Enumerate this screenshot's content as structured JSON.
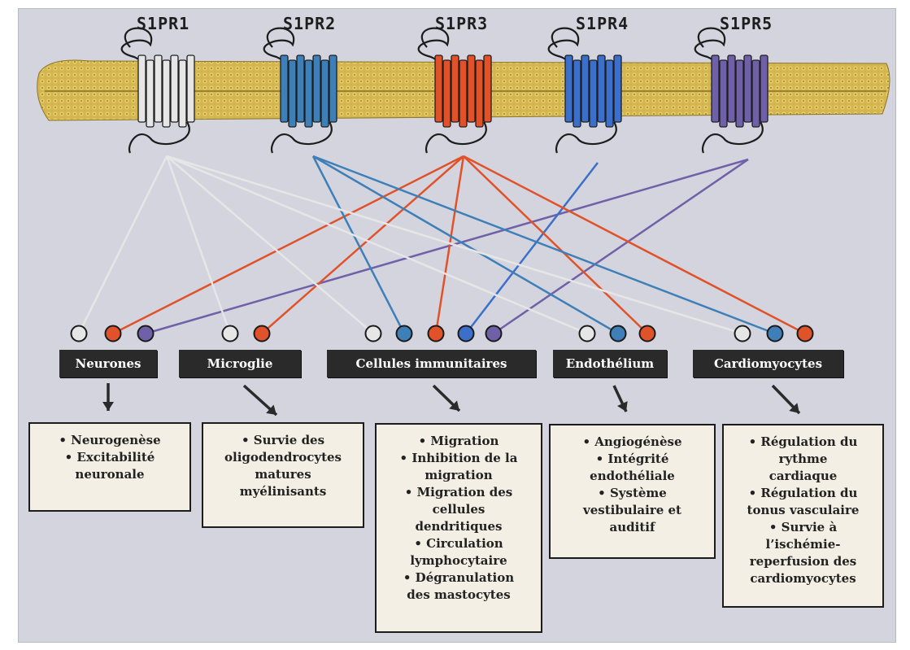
{
  "receptors": [
    {
      "id": "S1PR1",
      "label": "S1PR1",
      "color": "#e6e6e6"
    },
    {
      "id": "S1PR2",
      "label": "S1PR2",
      "color": "#3f7fb8"
    },
    {
      "id": "S1PR3",
      "label": "S1PR3",
      "color": "#e0522a"
    },
    {
      "id": "S1PR4",
      "label": "S1PR4",
      "color": "#3b6fc9"
    },
    {
      "id": "S1PR5",
      "label": "S1PR5",
      "color": "#7060a8"
    }
  ],
  "colors": {
    "background": "#d4d4de",
    "membrane": "#cdb14e",
    "label_box": "#2a2a2a",
    "effect_box": "#f4efe4"
  },
  "targets": [
    {
      "label": "Neurones",
      "receptors": [
        "S1PR1",
        "S1PR3",
        "S1PR5"
      ],
      "effects": [
        "• Neurogenèse",
        "• Excitabilité",
        "neuronale"
      ]
    },
    {
      "label": "Microglie",
      "receptors": [
        "S1PR1",
        "S1PR3"
      ],
      "effects": [
        "• Survie des",
        "oligodendrocytes",
        "matures",
        "myélinisants"
      ]
    },
    {
      "label": "Cellules immunitaires",
      "receptors": [
        "S1PR1",
        "S1PR2",
        "S1PR3",
        "S1PR4",
        "S1PR5"
      ],
      "effects": [
        "• Migration",
        "• Inhibition de la",
        "migration",
        "• Migration des",
        "cellules",
        "dendritiques",
        "• Circulation",
        "lymphocytaire",
        "• Dégranulation",
        "des mastocytes"
      ]
    },
    {
      "label": "Endothélium",
      "receptors": [
        "S1PR1",
        "S1PR2",
        "S1PR3"
      ],
      "effects": [
        "• Angiogénèse",
        "• Intégrité",
        "endothéliale",
        "• Système",
        "vestibulaire et",
        "auditif"
      ]
    },
    {
      "label": "Cardiomyocytes",
      "receptors": [
        "S1PR1",
        "S1PR2",
        "S1PR3"
      ],
      "effects": [
        "• Régulation du",
        "rythme",
        "cardiaque",
        "• Régulation du",
        "tonus vasculaire",
        "• Survie à",
        "l’ischémie-",
        "reperfusion des",
        "cardiomyocytes"
      ]
    }
  ]
}
